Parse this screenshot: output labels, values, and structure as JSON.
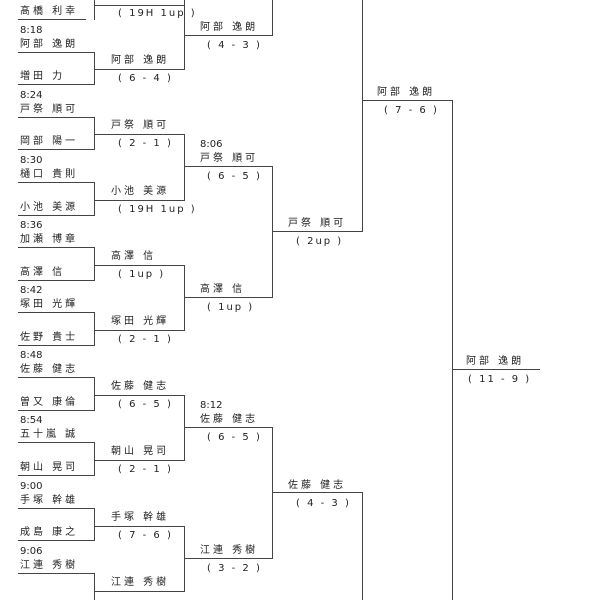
{
  "round1": [
    {
      "time": "",
      "name": "髙橋 利幸"
    },
    {
      "time": "8:18",
      "name": "阿部 逸朗"
    },
    {
      "time": "",
      "name": "増田 力"
    },
    {
      "time": "8:24",
      "name": "戸祭 順可"
    },
    {
      "time": "",
      "name": "岡部 陽一"
    },
    {
      "time": "8:30",
      "name": "樋口 貴則"
    },
    {
      "time": "",
      "name": "小池 美源"
    },
    {
      "time": "8:36",
      "name": "加瀬 博章"
    },
    {
      "time": "",
      "name": "高澤 信"
    },
    {
      "time": "8:42",
      "name": "塚田 光輝"
    },
    {
      "time": "",
      "name": "佐野 貴士"
    },
    {
      "time": "8:48",
      "name": "佐藤 健志"
    },
    {
      "time": "",
      "name": "曽又 康倫"
    },
    {
      "time": "8:54",
      "name": "五十嵐 誠"
    },
    {
      "time": "",
      "name": "朝山 晃司"
    },
    {
      "time": "9:00",
      "name": "手塚 幹雄"
    },
    {
      "time": "",
      "name": "成島 康之"
    },
    {
      "time": "9:06",
      "name": "江連 秀樹"
    }
  ],
  "round2": [
    {
      "name": "",
      "score": "( 19H 1up )"
    },
    {
      "name": "阿部 逸朗",
      "score": "( 6 - 4 )"
    },
    {
      "name": "戸祭 順可",
      "score": "( 2 - 1 )"
    },
    {
      "name": "小池 美源",
      "score": "( 19H 1up )"
    },
    {
      "name": "高澤 信",
      "score": "( 1up )"
    },
    {
      "name": "塚田 光輝",
      "score": "( 2 - 1 )"
    },
    {
      "name": "佐藤 健志",
      "score": "( 6 - 5 )"
    },
    {
      "name": "朝山 晃司",
      "score": "( 2 - 1 )"
    },
    {
      "name": "手塚 幹雄",
      "score": "( 7 - 6 )"
    },
    {
      "name": "江連 秀樹",
      "score": ""
    }
  ],
  "round3": [
    {
      "time": "",
      "name": "阿部 逸朗",
      "score": "( 4 - 3 )"
    },
    {
      "time": "8:06",
      "name": "戸祭 順可",
      "score": "( 6 - 5 )"
    },
    {
      "time": "",
      "name": "高澤 信",
      "score": "( 1up )"
    },
    {
      "time": "8:12",
      "name": "佐藤 健志",
      "score": "( 6 - 5 )"
    },
    {
      "time": "",
      "name": "江連 秀樹",
      "score": "( 3 - 2 )"
    }
  ],
  "round4": [
    {
      "name": "戸祭 順可",
      "score": "( 2up )"
    },
    {
      "name": "佐藤 健志",
      "score": "( 4 - 3 )"
    }
  ],
  "round5": [
    {
      "name": "阿部 逸朗",
      "score": "( 7 - 6 )"
    }
  ],
  "round6": [
    {
      "name": "阿部 逸朗",
      "score": "( 11 - 9 )"
    }
  ]
}
